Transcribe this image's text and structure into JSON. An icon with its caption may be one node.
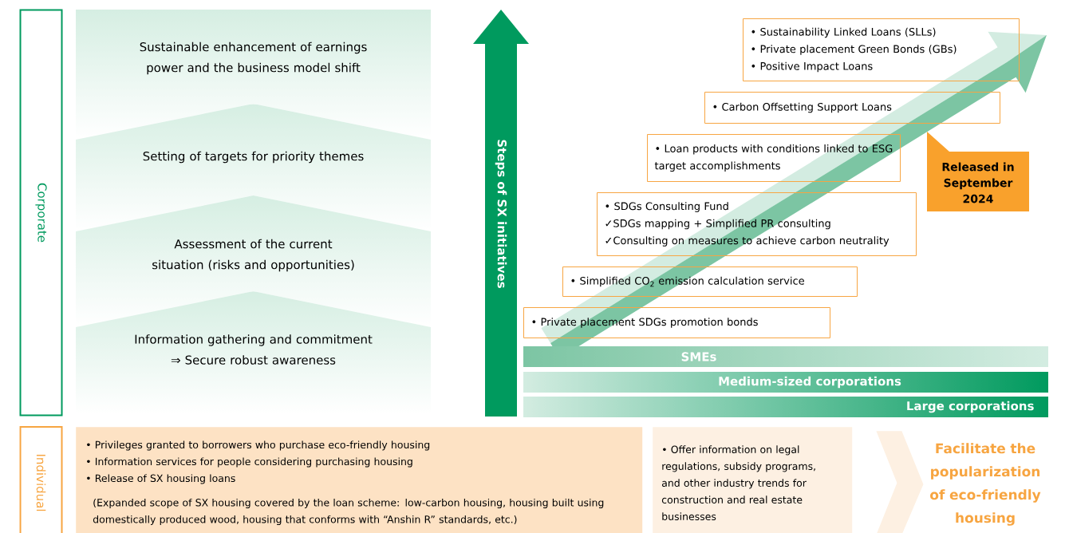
{
  "diagram": {
    "nodes": [
      {
        "text": [
          "Corporate"
        ]
      },
      {
        "text": [
          "Sustainable enhancement of earnings power and the business model shift"
        ]
      },
      {
        "text": [
          "Setting of targets for priority themes"
        ]
      },
      {
        "text": [
          "Assessment of the current situation (risks and opportunities)"
        ]
      },
      {
        "text": [
          "Information gathering and commitment ⇒ Secure robust awareness"
        ]
      },
      {
        "text": [
          "Steps of SX initiatives"
        ]
      },
      {
        "text": [
          "• Sustainability Linked Loans (SLLs)",
          "• Private placement Green Bonds (GBs)",
          "• Positive Impact Loans"
        ]
      },
      {
        "text": [
          "• Carbon Offsetting Support Loans"
        ]
      },
      {
        "text": [
          "• Loan products with conditions linked to ESG target accomplishments"
        ]
      },
      {
        "text": [
          "• SDGs Consulting Fund",
          "✓SDGs mapping + Simplified PR consulting",
          "✓Consulting on measures to achieve carbon neutrality"
        ]
      },
      {
        "text": [
          "• Simplified CO$_{2}$ emission calculation service"
        ]
      },
      {
        "text": [
          "• Private placement SDGs promotion bonds"
        ]
      },
      {
        "text": [
          "Released in September 2024"
        ]
      },
      {
        "text": [
          "SMEs"
        ]
      },
      {
        "text": [
          "Medium-sized corporations"
        ]
      },
      {
        "text": [
          "Large corporations"
        ]
      },
      {
        "text": [
          "Individual"
        ]
      },
      {
        "text": [
          "• Privileges granted to borrowers who purchase eco-friendly housing",
          "• Information services for people considering purchasing housing",
          "• Release of SX housing loans",
          "(Expanded scope of SX housing covered by the loan scheme: low-carbon housing, housing built using domestically produced wood, housing that conforms with “Anshin R” standards, etc.)"
        ]
      },
      {
        "text": [
          "• Offer information on legal regulations, subsidy programs, and other industry trends for construction and real estate businesses"
        ]
      },
      {
        "text": [
          "Facilitate the popularization of eco-friendly housing"
        ]
      }
    ],
    "edges": [
      {
        "from": 18,
        "to": 19,
        "arrow": "to"
      }
    ]
  }
}
